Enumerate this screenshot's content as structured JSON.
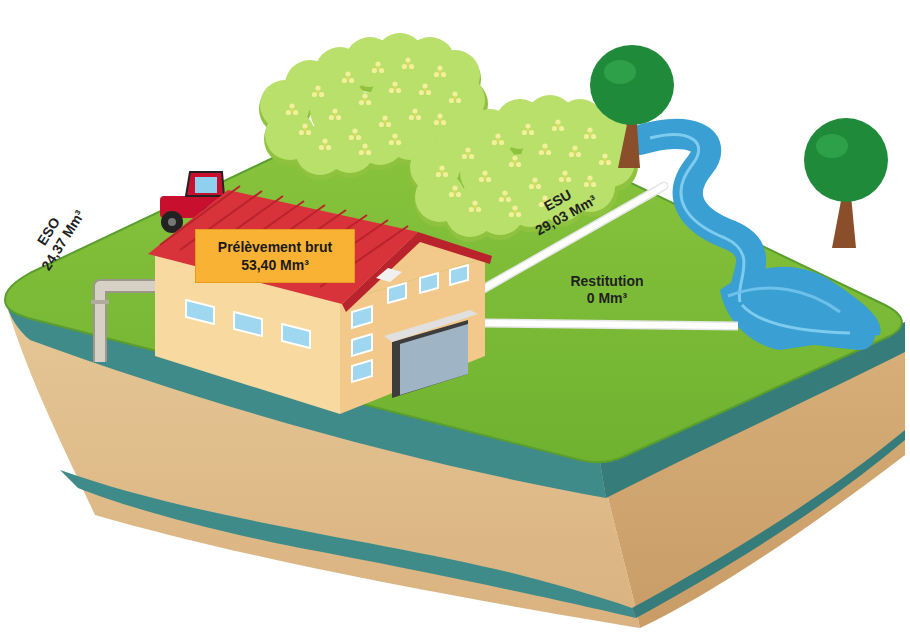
{
  "diagram": {
    "nodes": [
      {
        "text": [
          "Prélèvement brut",
          "53,40 Mm³"
        ]
      }
    ],
    "labels": [
      "ESO",
      "24,37 Mm³",
      "ESU",
      "29,03 Mm³",
      "Restitution",
      "0 Mm³"
    ]
  }
}
